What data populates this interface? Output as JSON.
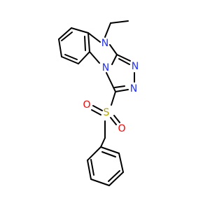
{
  "molecule": {
    "atoms": {
      "n_ethyl": {
        "symbol": "N",
        "color": "#2233ee"
      },
      "n_triazole_a": {
        "symbol": "N",
        "color": "#2233ee"
      },
      "n_triazole_b": {
        "symbol": "N",
        "color": "#2233ee"
      },
      "n_bridge": {
        "symbol": "N",
        "color": "#2233ee"
      },
      "o_upper": {
        "symbol": "O",
        "color": "#ff0000"
      },
      "o_lower": {
        "symbol": "O",
        "color": "#ff0000"
      },
      "s_sulfonyl": {
        "symbol": "S",
        "color": "#b3a300"
      }
    },
    "colors": {
      "bond": "#000000",
      "background": "#ffffff"
    }
  }
}
